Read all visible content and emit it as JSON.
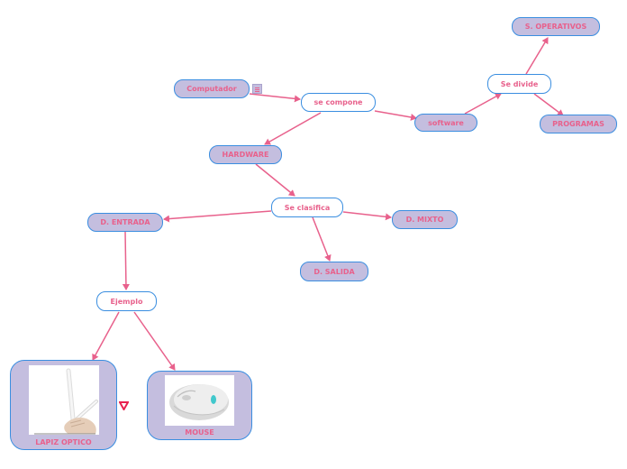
{
  "nodes": {
    "computador": "Computador",
    "se_compone": "se compone",
    "software": "software",
    "se_divide": "Se divide",
    "s_operativos": "S. OPERATIVOS",
    "programas": "PROGRAMAS",
    "hardware": "HARDWARE",
    "se_clasifica": "Se clasifica",
    "d_entrada": "D. ENTRADA",
    "d_mixto": "D. MIXTO",
    "d_salida": "D. SALIDA",
    "ejemplo": "Ejemplo",
    "lapiz_optico": "LAPIZ OPTICO",
    "mouse": "MOUSE"
  },
  "colors": {
    "node_fill": "#c4bedf",
    "node_border": "#3a8ee0",
    "text": "#e8618c",
    "connector": "#e8618c"
  },
  "icons": [
    "note-icon",
    "stylus-pen-icon",
    "mouse-icon",
    "heart-marker-icon"
  ]
}
